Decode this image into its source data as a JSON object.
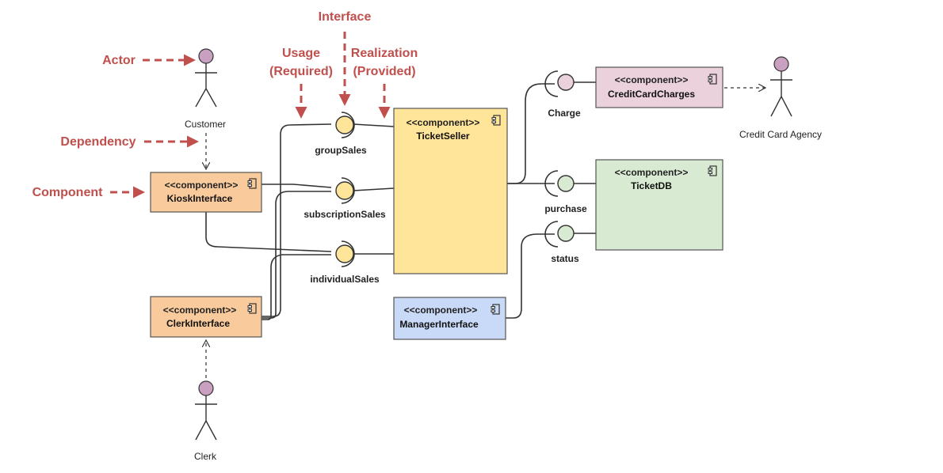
{
  "annotations": {
    "interface": "Interface",
    "usage_line1": "Usage",
    "usage_line2": "(Required)",
    "realization_line1": "Realization",
    "realization_line2": "(Provided)",
    "actor": "Actor",
    "dependency": "Dependency",
    "component": "Component"
  },
  "stereotype": "<<component>>",
  "components": {
    "kiosk": "KioskInterface",
    "clerk_interface": "ClerkInterface",
    "ticket_seller": "TicketSeller",
    "manager": "ManagerInterface",
    "credit_charges": "CreditCardCharges",
    "ticket_db": "TicketDB"
  },
  "interfaces": {
    "group_sales": "groupSales",
    "subscription_sales": "subscriptionSales",
    "individual_sales": "individualSales",
    "charge": "Charge",
    "purchase": "purchase",
    "status": "status"
  },
  "actors": {
    "customer": "Customer",
    "clerk": "Clerk",
    "credit_agency": "Credit Card Agency"
  },
  "colors": {
    "annotation": "#c0504d",
    "orange_component": "#f9cb9c",
    "yellow_component": "#ffe599",
    "blue_component": "#c9daf8",
    "pink_component": "#ead1dc",
    "green_component": "#d9ead3",
    "actor_head": "#c9a0c0"
  },
  "icons": {
    "component_icon": "component-icon"
  }
}
